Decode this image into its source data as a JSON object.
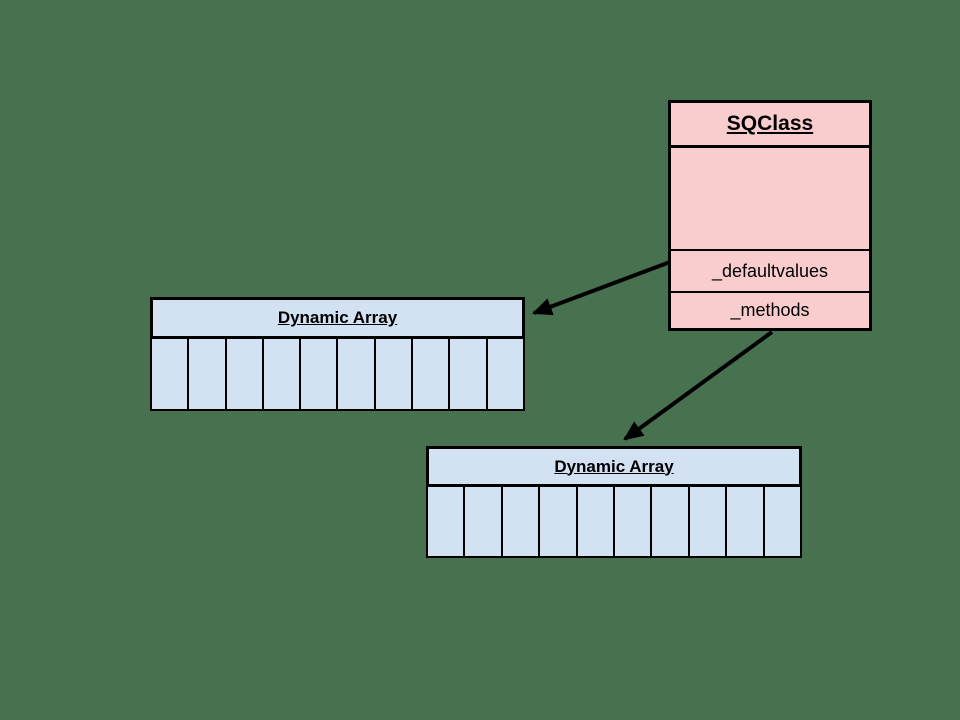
{
  "diagram": {
    "background_color": "#48714F",
    "line_color": "#000000",
    "class_box": {
      "title": "SQClass",
      "fill_color": "#F9CCCE",
      "sections": [
        {
          "label": ""
        },
        {
          "label": "_defaultvalues"
        },
        {
          "label": "_methods"
        }
      ]
    },
    "arrays": [
      {
        "title": "Dynamic Array",
        "fill_color": "#D2E2F3",
        "cell_count": 10
      },
      {
        "title": "Dynamic Array",
        "fill_color": "#D2E2F3",
        "cell_count": 10
      }
    ],
    "arrows": [
      {
        "name": "class-to-array-1",
        "from": "SQClass left edge",
        "to": "Dynamic Array 1 right edge"
      },
      {
        "name": "class-to-array-2",
        "from": "SQClass bottom edge",
        "to": "Dynamic Array 2 top edge"
      }
    ]
  }
}
